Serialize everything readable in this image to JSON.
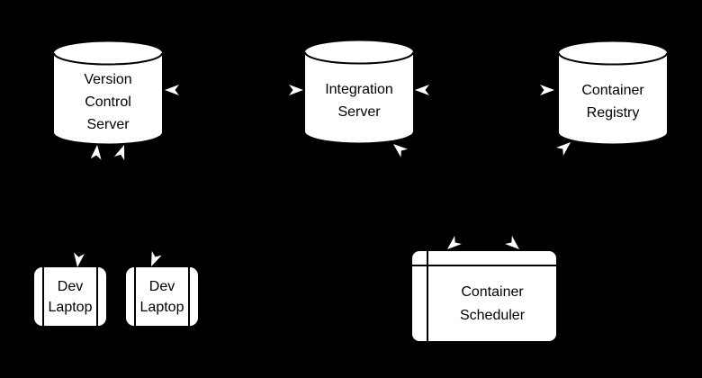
{
  "diagram": {
    "background_color": "#000000",
    "shape_fill_color": "#ffffff",
    "shape_stroke_color": "#000000",
    "nodes": {
      "version_control_server": {
        "shape": "cylinder",
        "line1": "Version",
        "line2": "Control",
        "line3": "Server",
        "label": "Version Control Server"
      },
      "integration_server": {
        "shape": "cylinder",
        "line1": "Integration",
        "line2": "Server",
        "label": "Integration Server"
      },
      "container_registry": {
        "shape": "cylinder",
        "line1": "Container",
        "line2": "Registry",
        "label": "Container Registry"
      },
      "dev_laptop_1": {
        "shape": "predefined-process",
        "line1": "Dev",
        "line2": "Laptop",
        "label": "Dev Laptop"
      },
      "dev_laptop_2": {
        "shape": "predefined-process",
        "line1": "Dev",
        "line2": "Laptop",
        "label": "Dev Laptop"
      },
      "container_scheduler": {
        "shape": "framed-box",
        "line1": "Container",
        "line2": "Scheduler",
        "label": "Container Scheduler"
      }
    },
    "edges": [
      {
        "from": "dev_laptop_1",
        "to": "version_control_server",
        "bidirectional": true
      },
      {
        "from": "dev_laptop_2",
        "to": "version_control_server",
        "bidirectional": true
      },
      {
        "from": "version_control_server",
        "to": "integration_server",
        "bidirectional": true
      },
      {
        "from": "integration_server",
        "to": "container_registry",
        "bidirectional": true
      },
      {
        "from": "integration_server",
        "to": "container_scheduler",
        "bidirectional": true
      },
      {
        "from": "container_registry",
        "to": "container_scheduler",
        "bidirectional": true
      }
    ]
  }
}
